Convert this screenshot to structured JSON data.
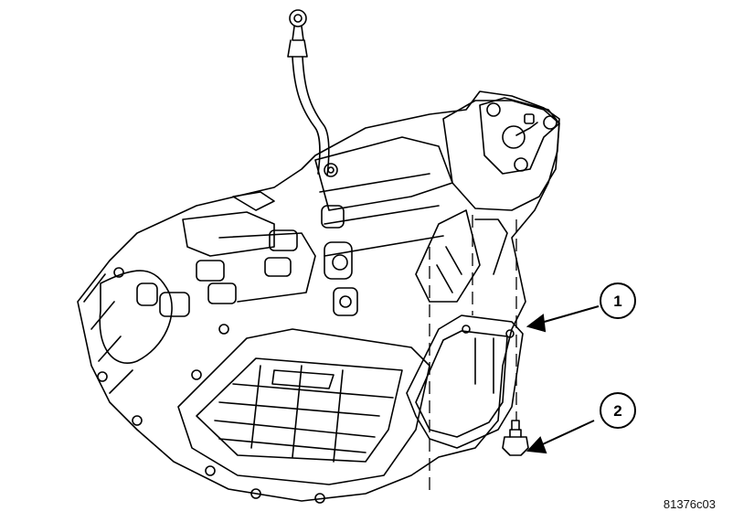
{
  "callouts": [
    {
      "label": "1"
    },
    {
      "label": "2"
    }
  ],
  "figure_id": "81376c03",
  "colors": {
    "ink": "#000000",
    "paper": "#ffffff"
  }
}
